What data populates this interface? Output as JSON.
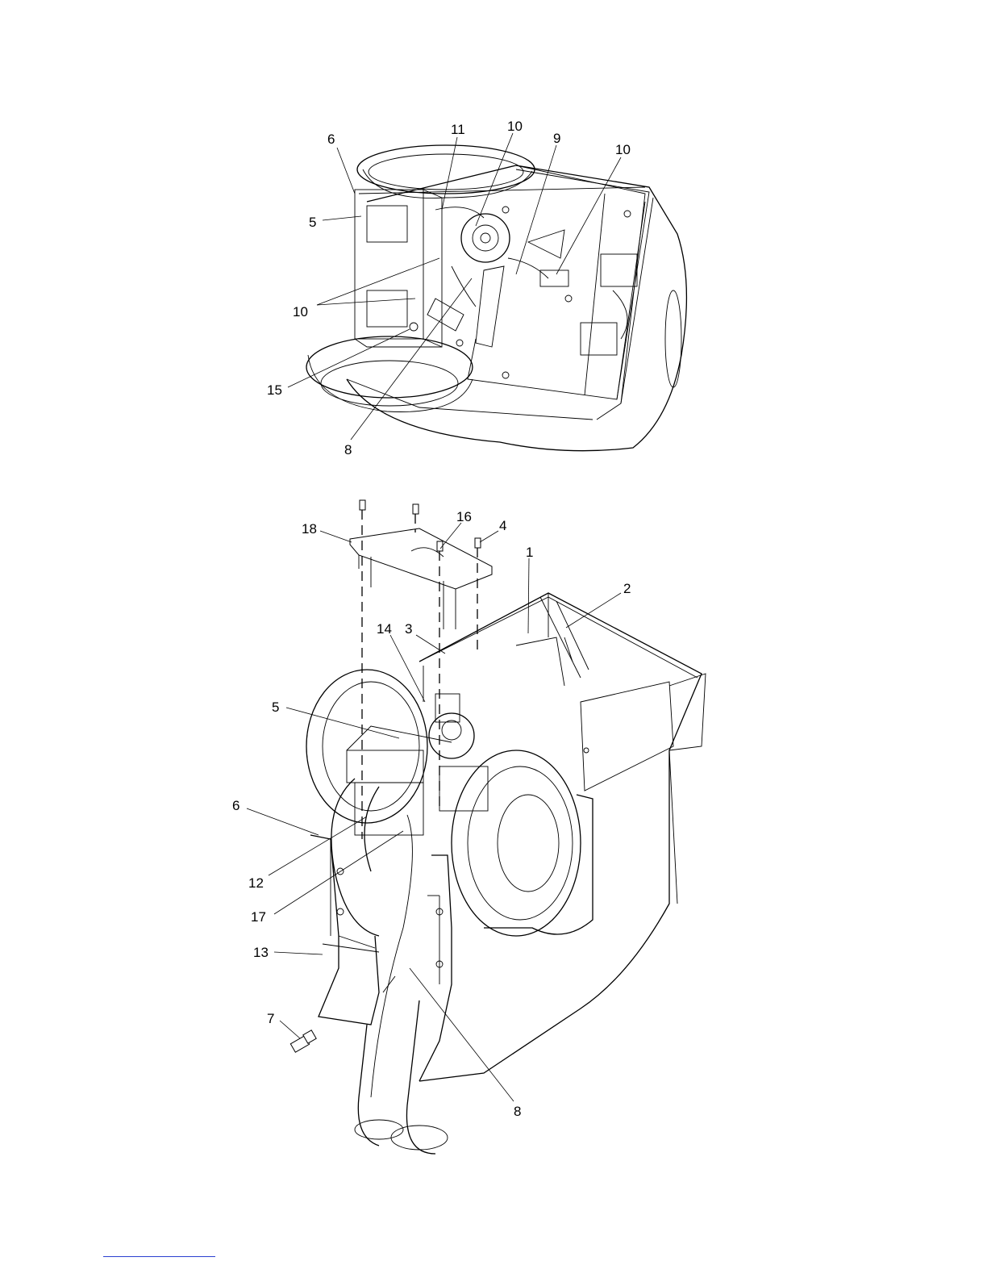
{
  "diagram_top": {
    "callouts": [
      "6",
      "11",
      "10",
      "9",
      "10",
      "5",
      "10",
      "15",
      "8"
    ]
  },
  "diagram_bottom": {
    "callouts": [
      "18",
      "16",
      "4",
      "1",
      "2",
      "14",
      "3",
      "5",
      "6",
      "12",
      "17",
      "13",
      "7",
      "8"
    ]
  },
  "colors": {
    "line": "#000000",
    "footer_rule": "#2a3fd0"
  }
}
